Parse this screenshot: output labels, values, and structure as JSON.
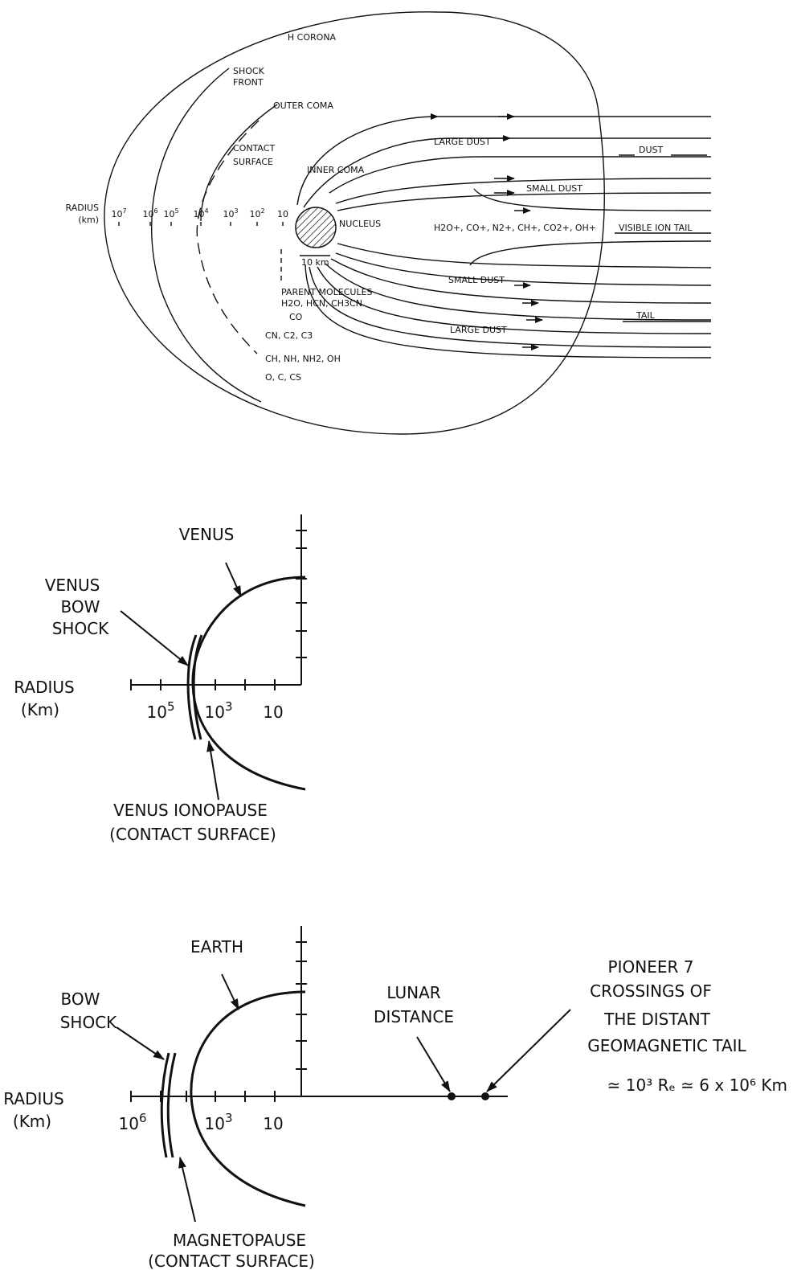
{
  "comet": {
    "h_corona": "H CORONA",
    "shock_front": [
      "SHOCK",
      "FRONT"
    ],
    "outer_coma": "OUTER COMA",
    "contact_surface": [
      "CONTACT",
      "SURFACE"
    ],
    "inner_coma": "INNER COMA",
    "large_dust_top": "LARGE DUST",
    "dust": "DUST",
    "small_dust_top": "SMALL DUST",
    "radius": [
      "RADIUS",
      "(km)"
    ],
    "radius_ticks": [
      {
        "base": "10",
        "exp": "7"
      },
      {
        "base": "10",
        "exp": "6"
      },
      {
        "base": "10",
        "exp": "5"
      },
      {
        "base": "10",
        "exp": "4"
      },
      {
        "base": "10",
        "exp": "3"
      },
      {
        "base": "10",
        "exp": "2"
      },
      {
        "base": "10",
        "exp": ""
      }
    ],
    "nucleus": "NUCLEUS",
    "ions": "H2O+, CO+, N2+, CH+, CO2+, OH+",
    "visible_ion_tail": "VISIBLE ION TAIL",
    "scale": "10 km",
    "small_dust_bottom": "SMALL DUST",
    "parent_molecules": "PARENT MOLECULES",
    "molecules": [
      "H2O, HCN, CH3CN",
      "CO",
      "CN, C2, C3",
      "CH, NH, NH2, OH",
      "O, C, CS"
    ],
    "tail": "TAIL",
    "large_dust_bottom": "LARGE DUST"
  },
  "venus": {
    "planet": "VENUS",
    "bow_shock": [
      "VENUS",
      "BOW",
      "SHOCK"
    ],
    "radius": [
      "RADIUS",
      "(Km)"
    ],
    "ticks": [
      {
        "base": "10",
        "exp": "5"
      },
      {
        "base": "10",
        "exp": "3"
      },
      {
        "base": "10",
        "exp": ""
      }
    ],
    "ionopause": [
      "VENUS IONOPAUSE",
      "(CONTACT SURFACE)"
    ]
  },
  "earth": {
    "planet": "EARTH",
    "bow_shock": [
      "BOW",
      "SHOCK"
    ],
    "radius": [
      "RADIUS",
      "(Km)"
    ],
    "ticks": [
      {
        "base": "10",
        "exp": "6"
      },
      {
        "base": "10",
        "exp": "3"
      },
      {
        "base": "10",
        "exp": ""
      }
    ],
    "lunar": [
      "LUNAR",
      "DISTANCE"
    ],
    "pioneer": [
      "PIONEER 7",
      "CROSSINGS OF",
      "THE DISTANT",
      "GEOMAGNETIC TAIL"
    ],
    "pioneer_value": "≃ 10³ Rₑ ≃ 6 x 10⁶ Km",
    "magnetopause": [
      "MAGNETOPAUSE",
      "(CONTACT SURFACE)"
    ]
  }
}
